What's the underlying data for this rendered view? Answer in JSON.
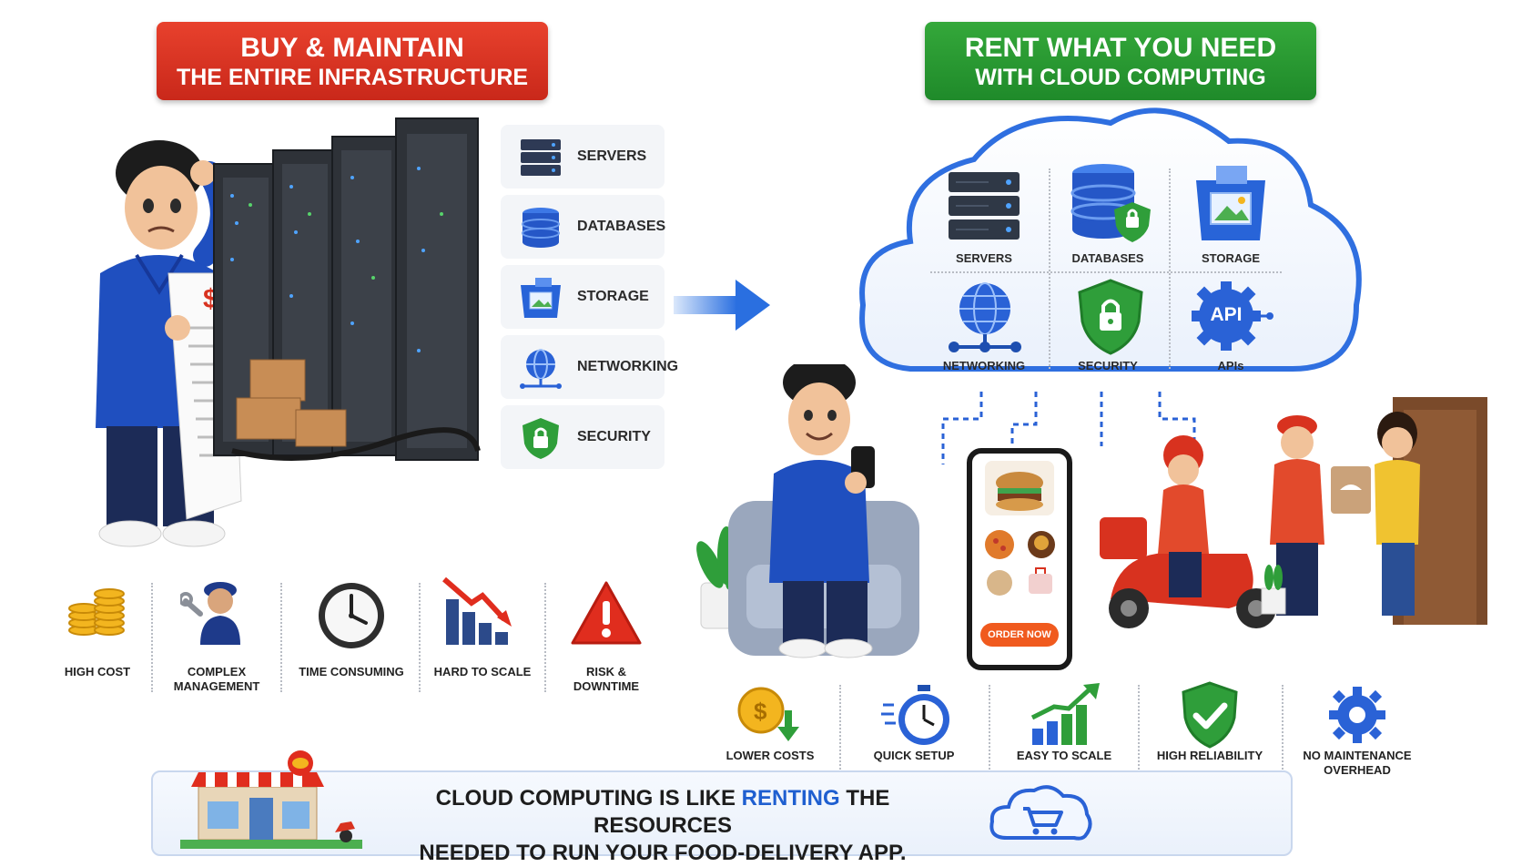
{
  "left_banner": {
    "line1": "BUY & MAINTAIN",
    "line2": "THE ENTIRE INFRASTRUCTURE"
  },
  "right_banner": {
    "line1": "RENT WHAT YOU NEED",
    "line2": "WITH CLOUD COMPUTING"
  },
  "left_stack": [
    {
      "label": "SERVERS",
      "icon": "server-icon"
    },
    {
      "label": "DATABASES",
      "icon": "database-icon"
    },
    {
      "label": "STORAGE",
      "icon": "storage-icon"
    },
    {
      "label": "NETWORKING",
      "icon": "globe-network-icon"
    },
    {
      "label": "SECURITY",
      "icon": "shield-lock-icon"
    }
  ],
  "left_problems": [
    {
      "label": "HIGH COST",
      "icon": "coins-icon"
    },
    {
      "label": "COMPLEX\nMANAGEMENT",
      "icon": "technician-icon"
    },
    {
      "label": "TIME CONSUMING",
      "icon": "clock-icon"
    },
    {
      "label": "HARD TO SCALE",
      "icon": "declining-chart-icon"
    },
    {
      "label": "RISK &\nDOWNTIME",
      "icon": "warning-icon"
    }
  ],
  "cloud_items": [
    {
      "label": "SERVERS",
      "icon": "server-icon"
    },
    {
      "label": "DATABASES",
      "icon": "database-lock-icon"
    },
    {
      "label": "STORAGE",
      "icon": "storage-icon"
    },
    {
      "label": "NETWORKING",
      "icon": "globe-network-icon"
    },
    {
      "label": "SECURITY",
      "icon": "shield-lock-icon"
    },
    {
      "label": "APIs",
      "icon": "api-gear-icon",
      "badge": "API"
    }
  ],
  "phone": {
    "button": "ORDER NOW"
  },
  "right_benefits": [
    {
      "label": "LOWER COSTS",
      "icon": "coin-down-icon"
    },
    {
      "label": "QUICK SETUP",
      "icon": "stopwatch-icon"
    },
    {
      "label": "EASY TO SCALE",
      "icon": "growth-chart-icon"
    },
    {
      "label": "HIGH RELIABILITY",
      "icon": "shield-check-icon"
    },
    {
      "label": "NO MAINTENANCE\nOVERHEAD",
      "icon": "gear-icon"
    }
  ],
  "tagline": {
    "pre": "CLOUD COMPUTING IS LIKE ",
    "highlight": "RENTING",
    "post": " THE RESOURCES",
    "line2": "NEEDED TO RUN YOUR FOOD-DELIVERY APP."
  },
  "colors": {
    "red": "#d8321f",
    "green": "#2a9a33",
    "blue": "#1f5fd0",
    "dark_blue": "#1e3a8a"
  }
}
